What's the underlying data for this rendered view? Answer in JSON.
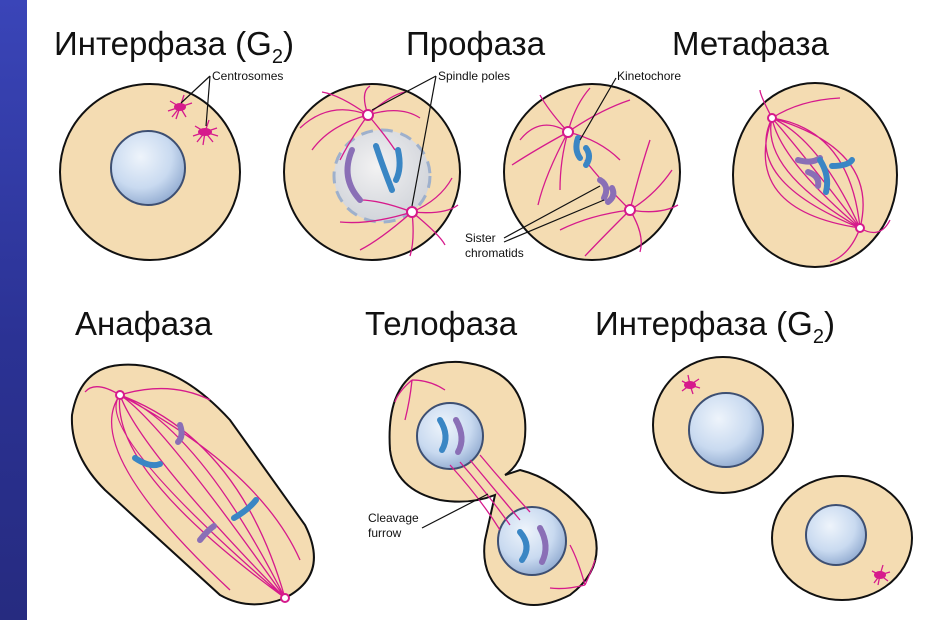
{
  "stages": {
    "interphase_top": "Интерфаза (G",
    "interphase_top_sub": "2",
    "interphase_top_close": ")",
    "prophase": "Профаза",
    "metaphase": "Метафаза",
    "anaphase": "Анафаза",
    "telophase": "Телофаза",
    "interphase_bottom": "Интерфаза (G",
    "interphase_bottom_sub": "2",
    "interphase_bottom_close": ")"
  },
  "labels": {
    "centrosomes": "Centrosomes",
    "spindle_poles": "Spindle poles",
    "kinetochore": "Kinetochore",
    "sister": "Sister",
    "chromatids": "chromatids",
    "cleavage": "Cleavage",
    "furrow": "furrow"
  },
  "colors": {
    "background": "#2a2f8a",
    "cell_fill": "#f4dcb2",
    "spindle_fibers": "#d61a8c",
    "chromosome_blue": "#3a86c4",
    "chromosome_purple": "#8a6fb6",
    "nucleus": "#c9daf0"
  }
}
